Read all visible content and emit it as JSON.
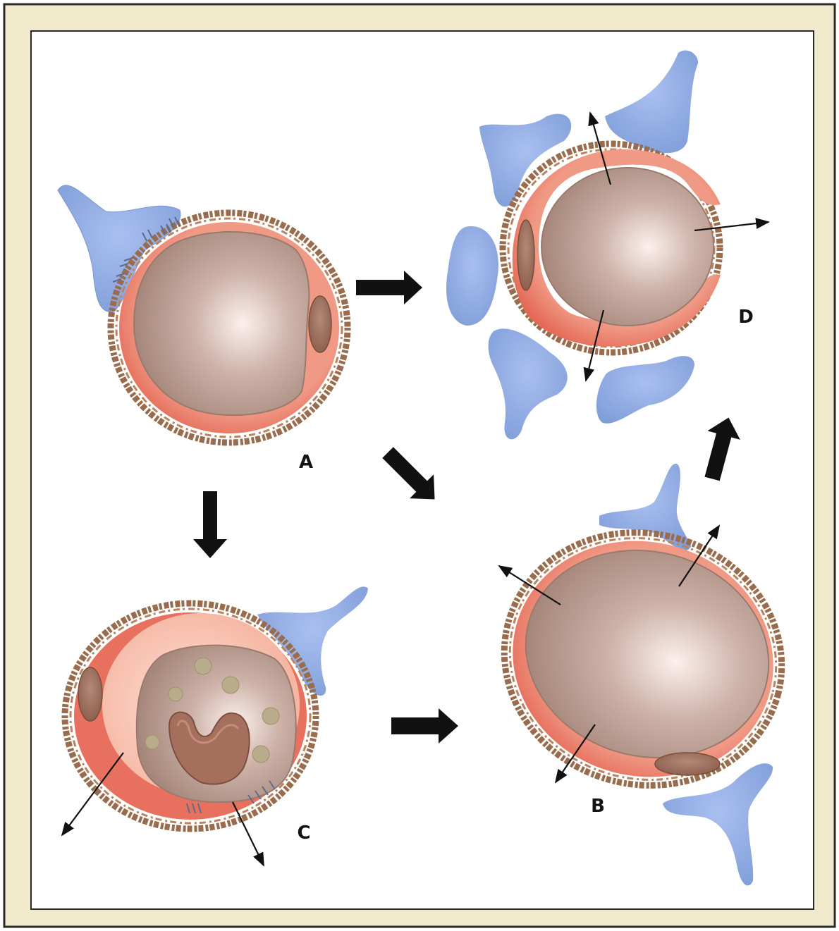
{
  "labels": {
    "a": "A",
    "b": "B",
    "c": "C",
    "d": "D"
  },
  "colors": {
    "frame_border": "#2a2a2a",
    "frame_fill": "#f1e9cc",
    "canvas": "#ffffff",
    "rim_red": "#e8705e",
    "rim_pink": "#f2a792",
    "body_tan": "#b6978b",
    "capsule_brown": "#8a5a3e",
    "blue_cell": "#8aa6dc",
    "arrow": "#111111"
  }
}
